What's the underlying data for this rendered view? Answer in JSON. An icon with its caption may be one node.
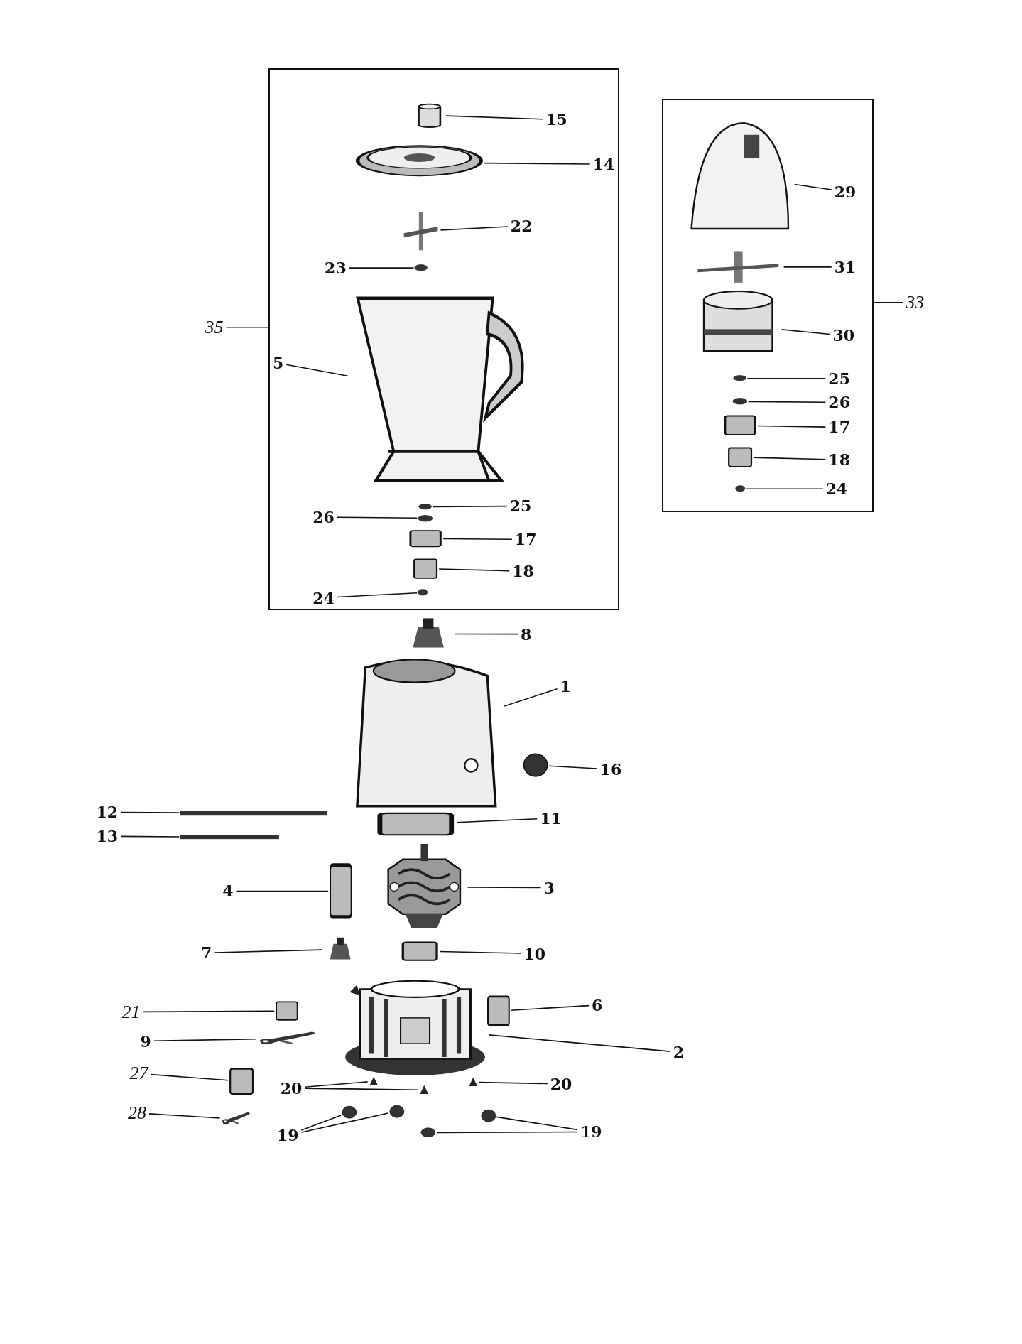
{
  "diagram": {
    "nodes": [
      {
        "text": [],
        "shape": "box"
      },
      {
        "text": [],
        "shape": "box"
      },
      {
        "text": [
          "15"
        ],
        "in": 0
      },
      {
        "text": [],
        "shape": "cylinder",
        "in": 0
      },
      {
        "text": [
          "14"
        ],
        "in": 0
      },
      {
        "text": [],
        "shape": "picture",
        "in": 0
      },
      {
        "text": [
          "22"
        ],
        "in": 0
      },
      {
        "text": [],
        "shape": "picture",
        "in": 0
      },
      {
        "text": [
          "23"
        ],
        "in": 0
      },
      {
        "text": [],
        "shape": "circle",
        "in": 0
      },
      {
        "text": [
          "35"
        ]
      },
      {
        "text": [
          "5"
        ],
        "in": 0
      },
      {
        "text": [],
        "shape": "picture",
        "in": 0
      },
      {
        "text": [
          "25"
        ],
        "in": 0
      },
      {
        "text": [],
        "shape": "circle",
        "in": 0
      },
      {
        "text": [
          "26"
        ],
        "in": 0
      },
      {
        "text": [],
        "shape": "circle",
        "in": 0
      },
      {
        "text": [
          "17"
        ],
        "in": 0
      },
      {
        "text": [],
        "shape": "box",
        "in": 0
      },
      {
        "text": [
          "18"
        ],
        "in": 0
      },
      {
        "text": [],
        "shape": "box",
        "in": 0
      },
      {
        "text": [
          "24"
        ],
        "in": 0
      },
      {
        "text": [],
        "shape": "circle",
        "in": 0
      },
      {
        "text": [
          "29"
        ],
        "in": 1
      },
      {
        "text": [],
        "shape": "picture",
        "in": 1
      },
      {
        "text": [
          "31"
        ],
        "in": 1
      },
      {
        "text": [],
        "shape": "picture",
        "in": 1
      },
      {
        "text": [
          "33"
        ]
      },
      {
        "text": [
          "30"
        ],
        "in": 1
      },
      {
        "text": [],
        "shape": "picture",
        "in": 1
      },
      {
        "text": [
          "25"
        ],
        "in": 1
      },
      {
        "text": [],
        "shape": "circle",
        "in": 1
      },
      {
        "text": [
          "26"
        ],
        "in": 1
      },
      {
        "text": [],
        "shape": "circle",
        "in": 1
      },
      {
        "text": [
          "17"
        ],
        "in": 1
      },
      {
        "text": [],
        "shape": "box",
        "in": 1
      },
      {
        "text": [
          "18"
        ],
        "in": 1
      },
      {
        "text": [],
        "shape": "box",
        "in": 1
      },
      {
        "text": [
          "24"
        ],
        "in": 1
      },
      {
        "text": [],
        "shape": "circle",
        "in": 1
      },
      {
        "text": [
          "8"
        ]
      },
      {
        "text": [],
        "shape": "picture"
      },
      {
        "text": [
          "1"
        ]
      },
      {
        "text": [],
        "shape": "picture"
      },
      {
        "text": [
          "16"
        ]
      },
      {
        "text": [],
        "shape": "circle"
      },
      {
        "text": [
          "12"
        ]
      },
      {
        "text": [],
        "shape": "bar"
      },
      {
        "text": [
          "11"
        ]
      },
      {
        "text": [],
        "shape": "box"
      },
      {
        "text": [
          "13"
        ]
      },
      {
        "text": [],
        "shape": "bar"
      },
      {
        "text": [
          "4"
        ]
      },
      {
        "text": [],
        "shape": "box"
      },
      {
        "text": [
          "3"
        ]
      },
      {
        "text": [],
        "shape": "picture"
      },
      {
        "text": [
          "7"
        ]
      },
      {
        "text": [],
        "shape": "picture"
      },
      {
        "text": [
          "10"
        ]
      },
      {
        "text": [],
        "shape": "box"
      },
      {
        "text": [
          "21"
        ]
      },
      {
        "text": [],
        "shape": "box"
      },
      {
        "text": [
          "6"
        ]
      },
      {
        "text": [],
        "shape": "box"
      },
      {
        "text": [
          "9"
        ]
      },
      {
        "text": [],
        "shape": "picture"
      },
      {
        "text": [
          "2"
        ]
      },
      {
        "text": [],
        "shape": "picture"
      },
      {
        "text": [
          "27"
        ]
      },
      {
        "text": [],
        "shape": "box"
      },
      {
        "text": [
          "20"
        ]
      },
      {
        "text": [],
        "shape": "picture"
      },
      {
        "text": [],
        "shape": "picture"
      },
      {
        "text": [
          "20"
        ]
      },
      {
        "text": [],
        "shape": "picture"
      },
      {
        "text": [
          "28"
        ]
      },
      {
        "text": [],
        "shape": "picture"
      },
      {
        "text": [
          "19"
        ]
      },
      {
        "text": [],
        "shape": "circle"
      },
      {
        "text": [],
        "shape": "circle"
      },
      {
        "text": [
          "19"
        ]
      },
      {
        "text": [],
        "shape": "circle"
      },
      {
        "text": [],
        "shape": "circle"
      }
    ],
    "edges": [
      {
        "from": 2,
        "to": 3,
        "arrow": "none"
      },
      {
        "from": 4,
        "to": 5,
        "arrow": "none"
      },
      {
        "from": 6,
        "to": 7,
        "arrow": "none"
      },
      {
        "from": 8,
        "to": 9,
        "arrow": "none"
      },
      {
        "from": 10,
        "to": 0,
        "arrow": "none"
      },
      {
        "from": 11,
        "to": 12,
        "arrow": "none"
      },
      {
        "from": 13,
        "to": 14,
        "arrow": "none"
      },
      {
        "from": 15,
        "to": 16,
        "arrow": "none"
      },
      {
        "from": 17,
        "to": 18,
        "arrow": "none"
      },
      {
        "from": 19,
        "to": 20,
        "arrow": "none"
      },
      {
        "from": 21,
        "to": 22,
        "arrow": "none"
      },
      {
        "from": 23,
        "to": 24,
        "arrow": "none"
      },
      {
        "from": 25,
        "to": 26,
        "arrow": "none"
      },
      {
        "from": 27,
        "to": 1,
        "arrow": "none"
      },
      {
        "from": 28,
        "to": 29,
        "arrow": "none"
      },
      {
        "from": 30,
        "to": 31,
        "arrow": "none"
      },
      {
        "from": 32,
        "to": 33,
        "arrow": "none"
      },
      {
        "from": 34,
        "to": 35,
        "arrow": "none"
      },
      {
        "from": 36,
        "to": 37,
        "arrow": "none"
      },
      {
        "from": 38,
        "to": 39,
        "arrow": "none"
      },
      {
        "from": 40,
        "to": 41,
        "arrow": "none"
      },
      {
        "from": 42,
        "to": 43,
        "arrow": "none"
      },
      {
        "from": 44,
        "to": 45,
        "arrow": "none"
      },
      {
        "from": 46,
        "to": 47,
        "arrow": "none"
      },
      {
        "from": 48,
        "to": 49,
        "arrow": "none"
      },
      {
        "from": 50,
        "to": 51,
        "arrow": "none"
      },
      {
        "from": 52,
        "to": 53,
        "arrow": "none"
      },
      {
        "from": 54,
        "to": 55,
        "arrow": "none"
      },
      {
        "from": 56,
        "to": 57,
        "arrow": "none"
      },
      {
        "from": 58,
        "to": 59,
        "arrow": "none"
      },
      {
        "from": 60,
        "to": 61,
        "arrow": "none"
      },
      {
        "from": 62,
        "to": 63,
        "arrow": "none"
      },
      {
        "from": 64,
        "to": 65,
        "arrow": "none"
      },
      {
        "from": 66,
        "to": 67,
        "arrow": "none"
      },
      {
        "from": 68,
        "to": 69,
        "arrow": "none"
      },
      {
        "from": 70,
        "to": 71,
        "arrow": "none"
      },
      {
        "from": 70,
        "to": 72,
        "arrow": "none"
      },
      {
        "from": 73,
        "to": 74,
        "arrow": "none"
      },
      {
        "from": 75,
        "to": 76,
        "arrow": "none"
      },
      {
        "from": 77,
        "to": 78,
        "arrow": "none"
      },
      {
        "from": 77,
        "to": 79,
        "arrow": "none"
      },
      {
        "from": 80,
        "to": 81,
        "arrow": "none"
      },
      {
        "from": 80,
        "to": 82,
        "arrow": "none"
      }
    ]
  }
}
